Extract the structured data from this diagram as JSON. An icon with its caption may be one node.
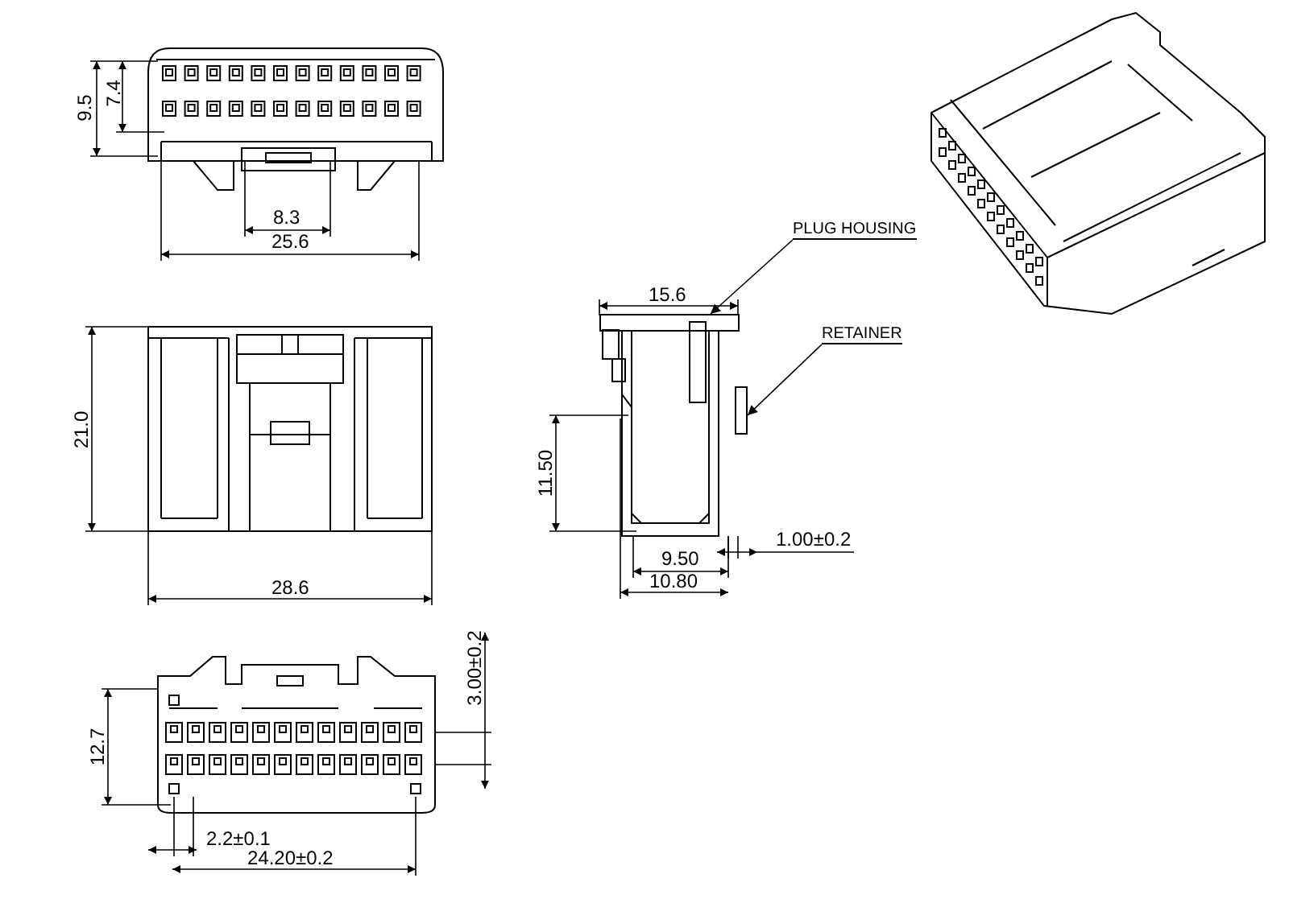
{
  "diagram": {
    "nodes": [
      {
        "text": [
          "PLUG HOUSING"
        ]
      },
      {
        "text": [
          "RETAINER"
        ]
      },
      {
        "text": [],
        "shape": "picture"
      },
      {
        "text": [],
        "shape": "box"
      }
    ],
    "edges": [
      {
        "from": 0,
        "to": 2,
        "arrow": "to"
      },
      {
        "from": 1,
        "to": 3,
        "arrow": "to"
      }
    ],
    "labels": [
      "9.5",
      "7.4",
      "8.3",
      "25.6",
      "21.0",
      "28.6",
      "15.6",
      "11.50",
      "1.00±0.2",
      "9.50",
      "10.80",
      "3.00±0.2",
      "12.7",
      "2.2±0.1",
      "24.20±0.2"
    ]
  }
}
